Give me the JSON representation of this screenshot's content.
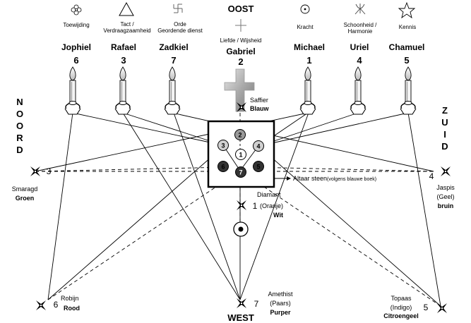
{
  "top": {
    "east_label": "OOST",
    "east_virtue_lines": [
      "Liefde / Wijsheid"
    ],
    "columns": [
      {
        "virtue_lines": [
          "Toewijding"
        ],
        "icon": "flower-icon",
        "angel": "Jophiel",
        "number": "6"
      },
      {
        "virtue_lines": [
          "Tact /",
          "Verdraagzaamheid"
        ],
        "icon": "triangle-icon",
        "angel": "Rafael",
        "number": "3"
      },
      {
        "virtue_lines": [
          "Orde",
          "Geordende dienst"
        ],
        "icon": "swastika-icon",
        "angel": "Zadkiel",
        "number": "7"
      },
      {
        "virtue_lines": [
          "Liefde / Wijsheid"
        ],
        "icon": "plus-icon",
        "angel": "Gabriel",
        "number": "2"
      },
      {
        "virtue_lines": [
          "Kracht"
        ],
        "icon": "circle-dot-icon",
        "angel": "Michael",
        "number": "1"
      },
      {
        "virtue_lines": [
          "Schoonheid /",
          "Harmonie"
        ],
        "icon": "lily-icon",
        "angel": "Uriel",
        "number": "4"
      },
      {
        "virtue_lines": [
          "Kennis"
        ],
        "icon": "star-icon",
        "angel": "Chamuel",
        "number": "5"
      }
    ]
  },
  "directions": {
    "north": [
      "N",
      "O",
      "O",
      "R",
      "D"
    ],
    "south": [
      "Z",
      "U",
      "I",
      "D"
    ],
    "west": "WEST"
  },
  "stones": {
    "sapphire": {
      "name": "Saffier",
      "color": "Blauw"
    },
    "emerald": {
      "number": "3",
      "name": "Smaragd",
      "color": "Groen"
    },
    "jasper": {
      "number": "4",
      "name": "Jaspis",
      "sub": "(Geel)",
      "color": "bruin"
    },
    "diamond": {
      "number": "1",
      "name": "Diamant",
      "sub": "(Oranje)",
      "color": "Wit"
    },
    "ruby": {
      "number": "6",
      "name": "Robijn",
      "color": "Rood"
    },
    "amethyst": {
      "number": "7",
      "name": "Amethist",
      "sub": "(Paars)",
      "color": "Purper"
    },
    "topaz": {
      "number": "5",
      "name": "Topaas",
      "sub": "(Indigo)",
      "color": "Citroengeel"
    }
  },
  "altar": {
    "label": "Altaar steen",
    "note": "(volgens blauwe boek)",
    "circles": [
      "2",
      "3",
      "4",
      "1",
      "6",
      "7",
      "5"
    ]
  },
  "colors": {
    "dark_circle": "#333333",
    "mid_circle": "#999999",
    "light_circle": "#d0d0d0"
  }
}
